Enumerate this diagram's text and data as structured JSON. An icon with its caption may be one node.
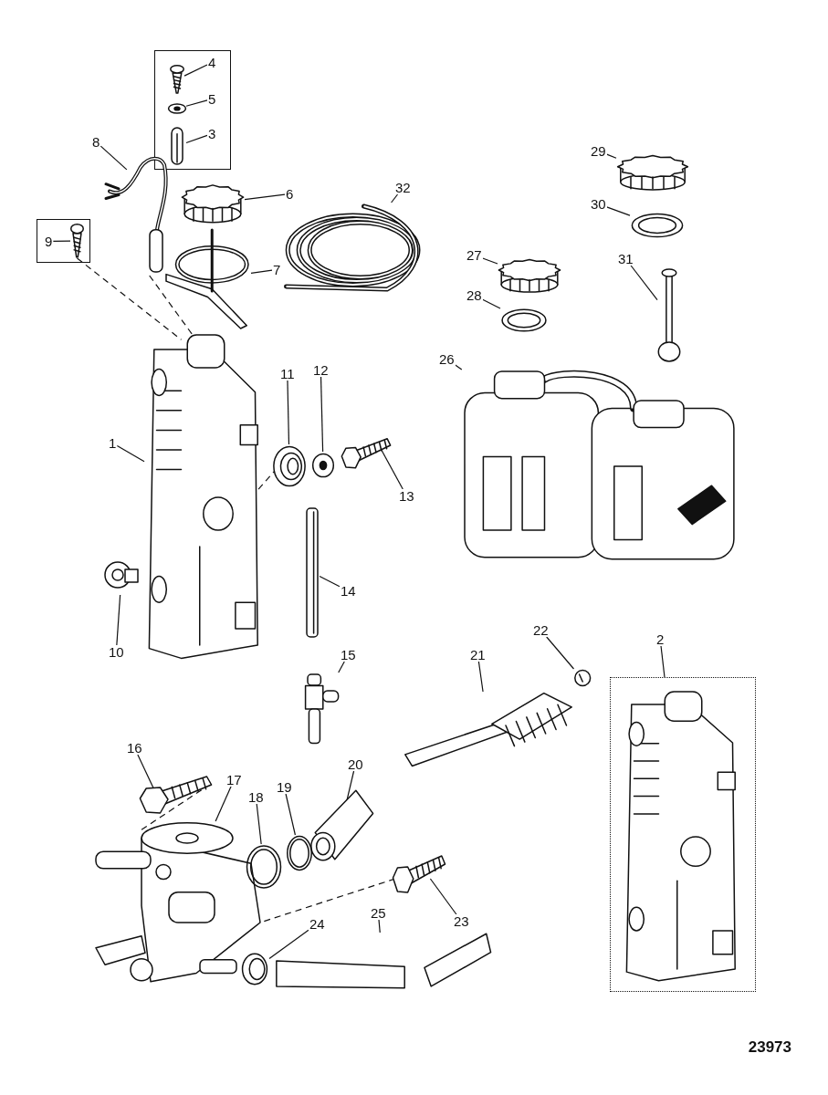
{
  "diagram": {
    "nodes": [
      {
        "text": [],
        "shape": "box"
      },
      {
        "text": [
          "4"
        ],
        "in": 0
      },
      {
        "text": [
          "5"
        ],
        "in": 0
      },
      {
        "text": [
          "3"
        ],
        "in": 0
      },
      {
        "text": [],
        "shape": "picture",
        "in": 0
      },
      {
        "text": [],
        "shape": "picture",
        "in": 0
      },
      {
        "text": [],
        "shape": "picture",
        "in": 0
      },
      {
        "text": [],
        "shape": "box"
      },
      {
        "text": [
          "9"
        ],
        "in": 7
      },
      {
        "text": [],
        "shape": "picture",
        "in": 7
      },
      {
        "text": [
          "8"
        ]
      },
      {
        "text": [],
        "shape": "picture"
      },
      {
        "text": [
          "6"
        ]
      },
      {
        "text": [],
        "shape": "picture"
      },
      {
        "text": [
          "7"
        ]
      },
      {
        "text": [],
        "shape": "picture"
      },
      {
        "text": [
          "32"
        ]
      },
      {
        "text": [],
        "shape": "picture"
      },
      {
        "text": [
          "29"
        ]
      },
      {
        "text": [],
        "shape": "picture"
      },
      {
        "text": [
          "30"
        ]
      },
      {
        "text": [],
        "shape": "picture"
      },
      {
        "text": [
          "27"
        ]
      },
      {
        "text": [],
        "shape": "picture"
      },
      {
        "text": [
          "31"
        ]
      },
      {
        "text": [],
        "shape": "picture"
      },
      {
        "text": [
          "28"
        ]
      },
      {
        "text": [],
        "shape": "picture"
      },
      {
        "text": [
          "26"
        ]
      },
      {
        "text": [],
        "shape": "picture"
      },
      {
        "text": [
          "1"
        ]
      },
      {
        "text": [],
        "shape": "picture"
      },
      {
        "text": [
          "11"
        ]
      },
      {
        "text": [],
        "shape": "picture"
      },
      {
        "text": [
          "12"
        ]
      },
      {
        "text": [],
        "shape": "picture"
      },
      {
        "text": [
          "13"
        ]
      },
      {
        "text": [],
        "shape": "picture"
      },
      {
        "text": [
          "10"
        ]
      },
      {
        "text": [],
        "shape": "picture"
      },
      {
        "text": [
          "14"
        ]
      },
      {
        "text": [],
        "shape": "picture"
      },
      {
        "text": [
          "15"
        ]
      },
      {
        "text": [],
        "shape": "picture"
      },
      {
        "text": [
          "2"
        ]
      },
      {
        "text": [],
        "shape": "box"
      },
      {
        "text": [],
        "shape": "picture",
        "in": 45
      },
      {
        "text": [
          "22"
        ]
      },
      {
        "text": [],
        "shape": "picture"
      },
      {
        "text": [
          "21"
        ]
      },
      {
        "text": [],
        "shape": "picture"
      },
      {
        "text": [
          "16"
        ]
      },
      {
        "text": [],
        "shape": "picture"
      },
      {
        "text": [
          "20"
        ]
      },
      {
        "text": [],
        "shape": "picture"
      },
      {
        "text": [
          "17"
        ]
      },
      {
        "text": [],
        "shape": "picture"
      },
      {
        "text": [
          "18"
        ]
      },
      {
        "text": [],
        "shape": "circle"
      },
      {
        "text": [
          "19"
        ]
      },
      {
        "text": [],
        "shape": "circle"
      },
      {
        "text": [
          "23"
        ]
      },
      {
        "text": [],
        "shape": "picture"
      },
      {
        "text": [
          "24"
        ]
      },
      {
        "text": [],
        "shape": "picture"
      },
      {
        "text": [
          "25"
        ]
      },
      {
        "text": [],
        "shape": "picture"
      }
    ],
    "edges": [
      {
        "from": 1,
        "to": 4,
        "arrow": "none"
      },
      {
        "from": 2,
        "to": 5,
        "arrow": "none"
      },
      {
        "from": 3,
        "to": 6,
        "arrow": "none"
      },
      {
        "from": 8,
        "to": 9,
        "arrow": "none"
      },
      {
        "from": 10,
        "to": 11,
        "arrow": "none"
      },
      {
        "from": 12,
        "to": 13,
        "arrow": "none"
      },
      {
        "from": 14,
        "to": 15,
        "arrow": "none"
      },
      {
        "from": 16,
        "to": 17,
        "arrow": "none"
      },
      {
        "from": 18,
        "to": 19,
        "arrow": "none"
      },
      {
        "from": 20,
        "to": 21,
        "arrow": "none"
      },
      {
        "from": 22,
        "to": 23,
        "arrow": "none"
      },
      {
        "from": 24,
        "to": 25,
        "arrow": "none"
      },
      {
        "from": 26,
        "to": 27,
        "arrow": "none"
      },
      {
        "from": 28,
        "to": 29,
        "arrow": "none"
      },
      {
        "from": 30,
        "to": 31,
        "arrow": "none"
      },
      {
        "from": 32,
        "to": 33,
        "arrow": "none"
      },
      {
        "from": 34,
        "to": 35,
        "arrow": "none"
      },
      {
        "from": 36,
        "to": 37,
        "arrow": "none"
      },
      {
        "from": 38,
        "to": 39,
        "arrow": "none"
      },
      {
        "from": 40,
        "to": 41,
        "arrow": "none"
      },
      {
        "from": 42,
        "to": 43,
        "arrow": "none"
      },
      {
        "from": 44,
        "to": 45,
        "arrow": "none"
      },
      {
        "from": 47,
        "to": 48,
        "arrow": "none"
      },
      {
        "from": 49,
        "to": 50,
        "arrow": "none"
      },
      {
        "from": 51,
        "to": 52,
        "arrow": "none"
      },
      {
        "from": 53,
        "to": 54,
        "arrow": "none"
      },
      {
        "from": 55,
        "to": 56,
        "arrow": "none"
      },
      {
        "from": 57,
        "to": 58,
        "arrow": "none"
      },
      {
        "from": 59,
        "to": 60,
        "arrow": "none"
      },
      {
        "from": 61,
        "to": 62,
        "arrow": "none"
      },
      {
        "from": 63,
        "to": 64,
        "arrow": "none"
      },
      {
        "from": 65,
        "to": 66,
        "arrow": "none"
      },
      {
        "from": 9,
        "to": 31,
        "arrow": "none",
        "style": "dashed"
      },
      {
        "from": 11,
        "to": 31,
        "arrow": "none",
        "style": "dashed"
      },
      {
        "from": 31,
        "to": 33,
        "arrow": "none",
        "style": "dashed"
      },
      {
        "from": 52,
        "to": 56,
        "arrow": "none",
        "style": "dashed"
      },
      {
        "from": 62,
        "to": 56,
        "arrow": "none",
        "style": "dashed"
      }
    ],
    "labels": [
      "23973"
    ]
  }
}
